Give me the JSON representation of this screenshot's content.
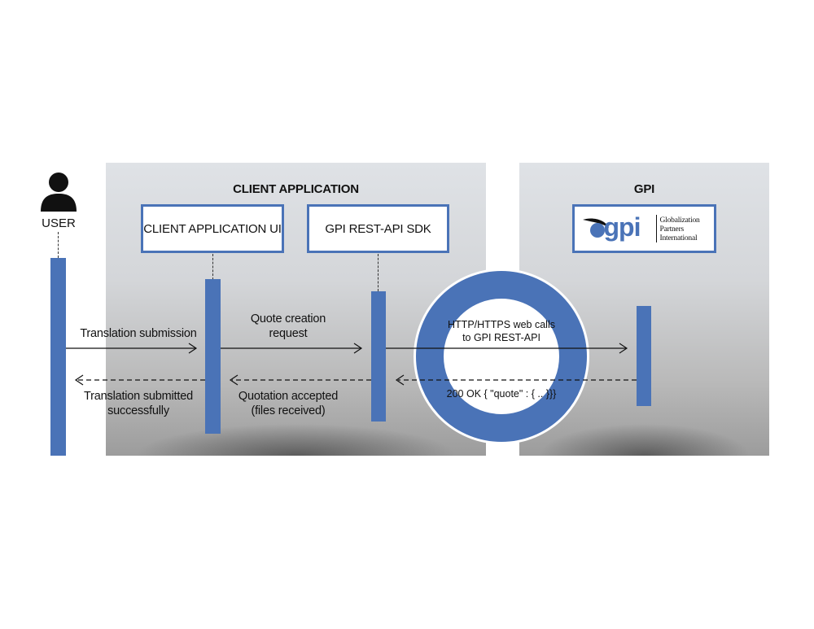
{
  "colors": {
    "accent": "#4a73b7",
    "panel": "#d4d6d9",
    "ink": "#111111"
  },
  "actors": {
    "user": {
      "label": "USER",
      "icon": "user-icon"
    }
  },
  "panels": {
    "client": {
      "title": "CLIENT APPLICATION"
    },
    "gpi": {
      "title": "GPI"
    }
  },
  "boxes": {
    "client_ui": "CLIENT APPLICATION UI",
    "sdk": "GPI REST-API SDK",
    "gpi_logo": {
      "word": "gpi",
      "sub_line1": "Globalization",
      "sub_line2": "Partners",
      "sub_line3": "International"
    }
  },
  "messages": {
    "translation_submission": "Translation submission",
    "quote_request_line1": "Quote creation",
    "quote_request_line2": "request",
    "http_line1": "HTTP/HTTPS web calls",
    "http_line2": "to GPI REST-API",
    "ok_response": "200 OK { \"quote\" : { .. }}}",
    "quotation_accepted_line1": "Quotation accepted",
    "quotation_accepted_line2": "(files received)",
    "submitted_line1": "Translation submitted",
    "submitted_line2": "successfully"
  }
}
